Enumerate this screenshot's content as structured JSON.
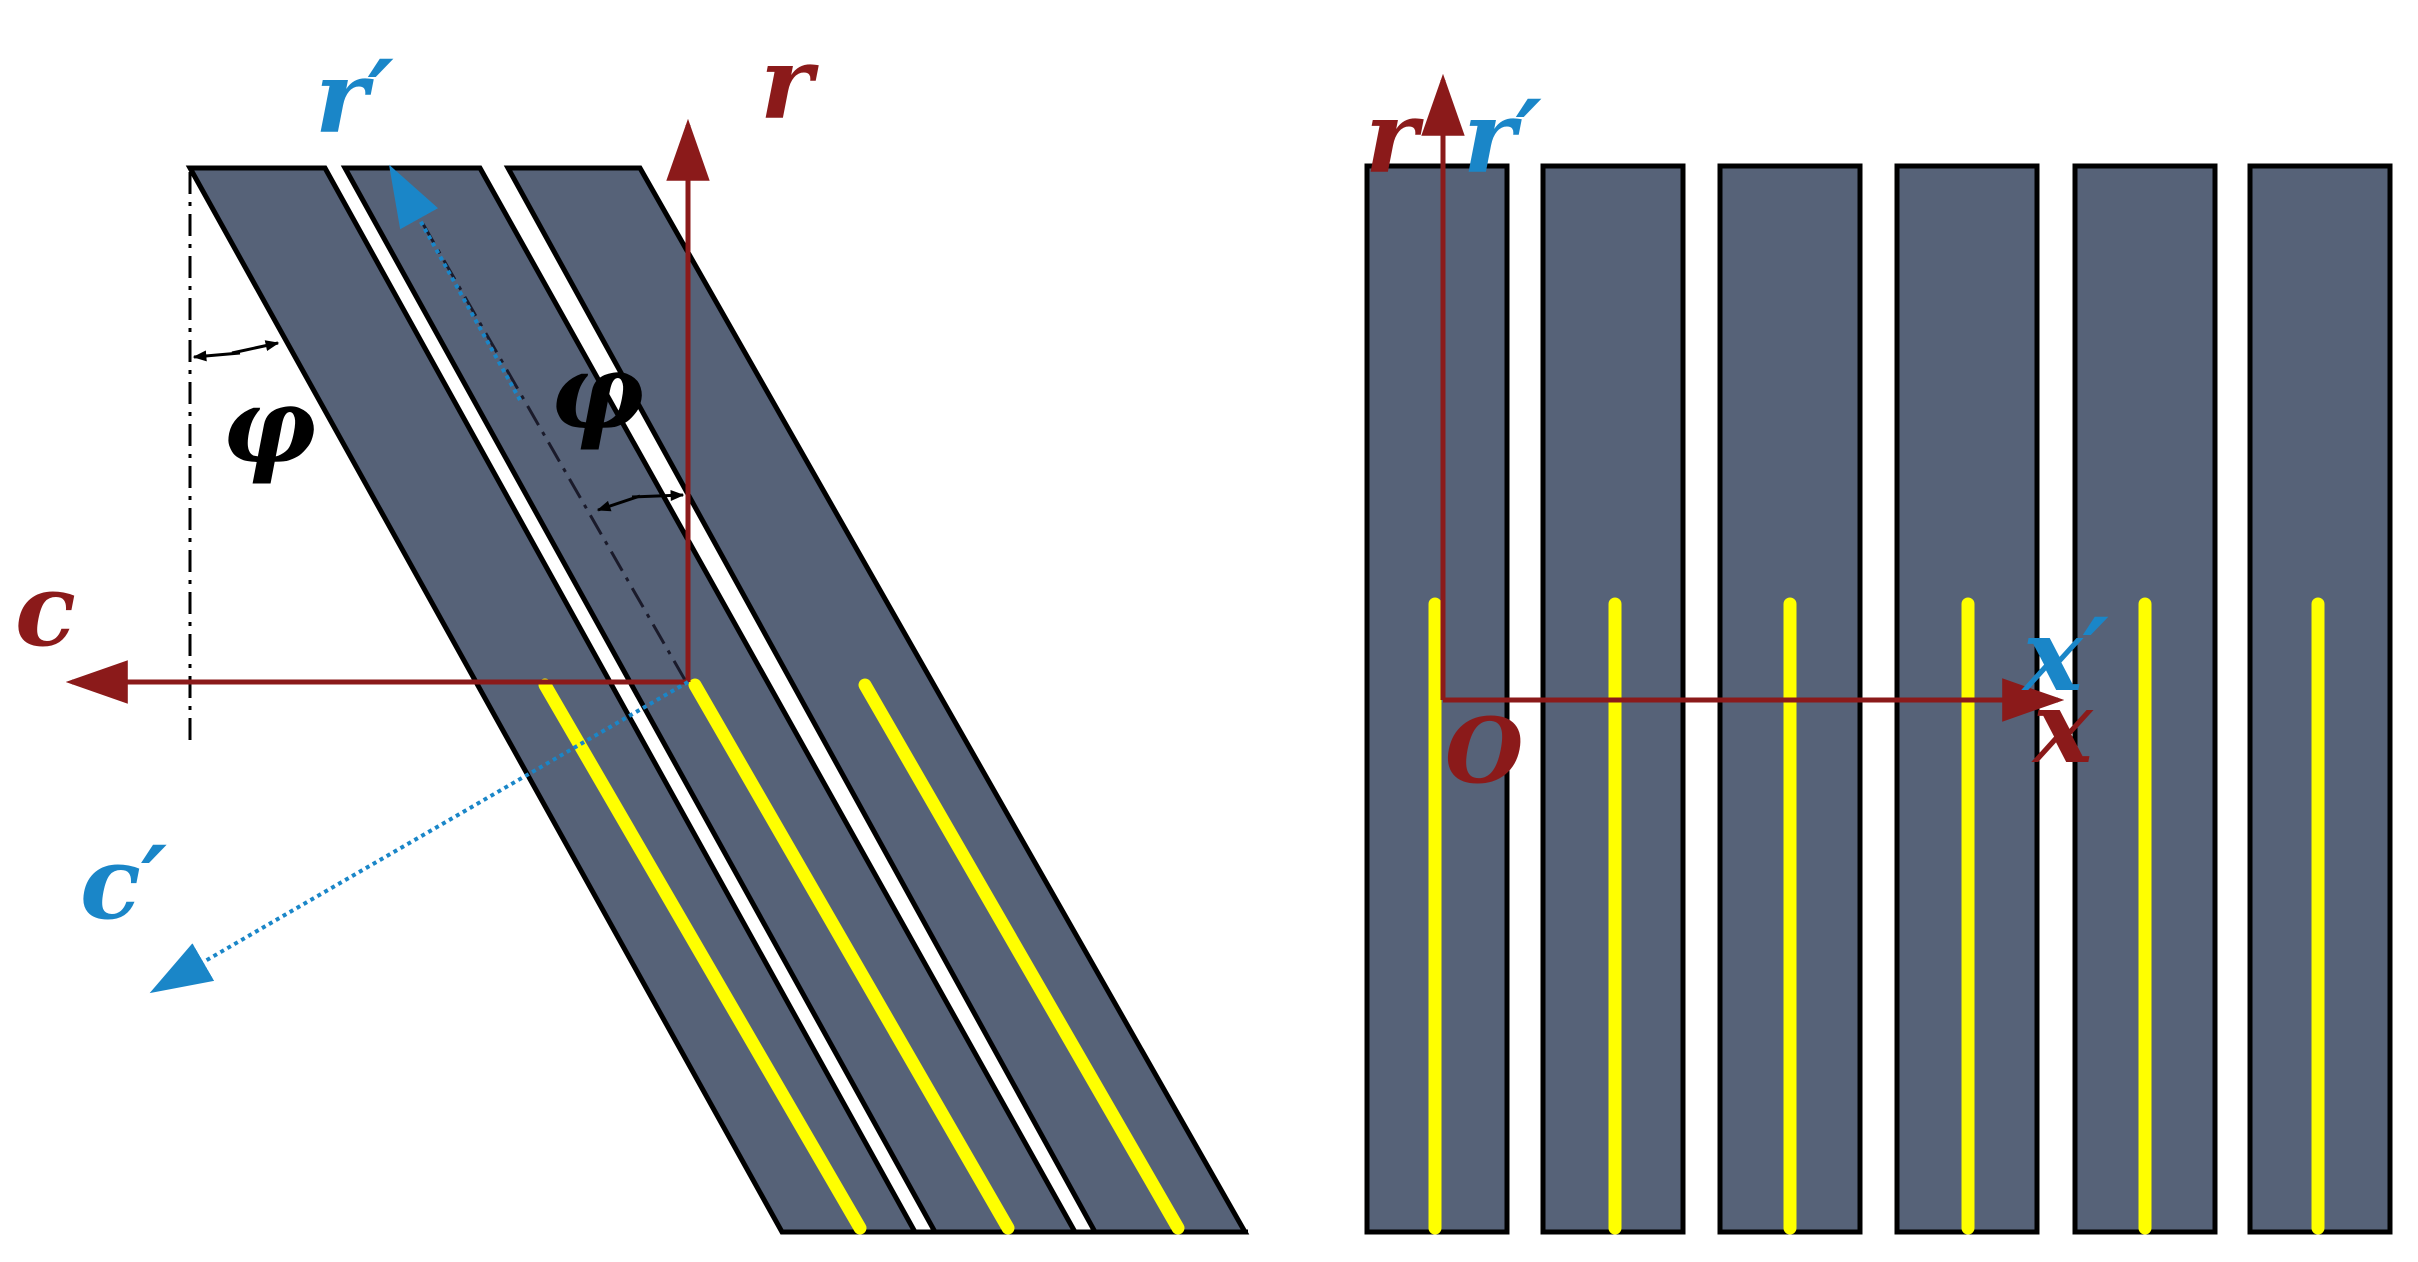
{
  "colors": {
    "strip_fill": "#566278",
    "strip_stroke": "#000000",
    "yellow_line": "#ffff00",
    "red_axis": "#8b1a1a",
    "blue_axis": "#1a86c8",
    "background": "#ffffff"
  },
  "left_panel": {
    "labels": {
      "r": "r",
      "r_prime": "r′",
      "c": "c",
      "c_prime": "c′",
      "phi_outer": "φ",
      "phi_inner": "φ"
    }
  },
  "right_panel": {
    "strip_count": 6,
    "labels": {
      "r": "r",
      "r_prime": "r′",
      "x": "x",
      "x_prime": "x′",
      "origin": "O"
    }
  }
}
